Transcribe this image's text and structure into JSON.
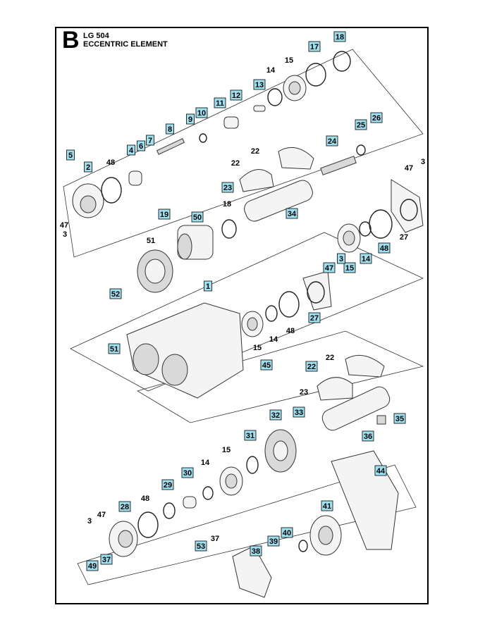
{
  "header": {
    "section_letter": "B",
    "model": "LG 504",
    "subtitle": "ECCENTRIC ELEMENT"
  },
  "colors": {
    "callout_box": "#9fe0f0",
    "frame": "#000000"
  },
  "callouts": [
    {
      "id": "c5",
      "text": "5",
      "boxed": true
    },
    {
      "id": "c2",
      "text": "2",
      "boxed": true
    },
    {
      "id": "c48a",
      "text": "48",
      "boxed": false
    },
    {
      "id": "c4",
      "text": "4",
      "boxed": true
    },
    {
      "id": "c6",
      "text": "6",
      "boxed": true
    },
    {
      "id": "c7",
      "text": "7",
      "boxed": true
    },
    {
      "id": "c8",
      "text": "8",
      "boxed": true
    },
    {
      "id": "c9",
      "text": "9",
      "boxed": true
    },
    {
      "id": "c10",
      "text": "10",
      "boxed": true
    },
    {
      "id": "c11",
      "text": "11",
      "boxed": true
    },
    {
      "id": "c12",
      "text": "12",
      "boxed": true
    },
    {
      "id": "c13",
      "text": "13",
      "boxed": true
    },
    {
      "id": "c14a",
      "text": "14",
      "boxed": false
    },
    {
      "id": "c15a",
      "text": "15",
      "boxed": false
    },
    {
      "id": "c17",
      "text": "17",
      "boxed": true
    },
    {
      "id": "c18a",
      "text": "18",
      "boxed": true
    },
    {
      "id": "c47a",
      "text": "47",
      "boxed": false
    },
    {
      "id": "c3a",
      "text": "3",
      "boxed": false
    },
    {
      "id": "c22a",
      "text": "22",
      "boxed": false
    },
    {
      "id": "c22b",
      "text": "22",
      "boxed": false
    },
    {
      "id": "c23a",
      "text": "23",
      "boxed": true
    },
    {
      "id": "c24",
      "text": "24",
      "boxed": true
    },
    {
      "id": "c25",
      "text": "25",
      "boxed": true
    },
    {
      "id": "c26",
      "text": "26",
      "boxed": true
    },
    {
      "id": "c47b",
      "text": "47",
      "boxed": false
    },
    {
      "id": "c3b",
      "text": "3",
      "boxed": false
    },
    {
      "id": "c19",
      "text": "19",
      "boxed": true
    },
    {
      "id": "c50",
      "text": "50",
      "boxed": true
    },
    {
      "id": "c18b",
      "text": "18",
      "boxed": false
    },
    {
      "id": "c34",
      "text": "34",
      "boxed": true
    },
    {
      "id": "c27a",
      "text": "27",
      "boxed": false
    },
    {
      "id": "c51a",
      "text": "51",
      "boxed": false
    },
    {
      "id": "c48b",
      "text": "48",
      "boxed": true
    },
    {
      "id": "c14b",
      "text": "14",
      "boxed": true
    },
    {
      "id": "c15b",
      "text": "15",
      "boxed": true
    },
    {
      "id": "c3c",
      "text": "3",
      "boxed": true
    },
    {
      "id": "c47c",
      "text": "47",
      "boxed": true
    },
    {
      "id": "c52",
      "text": "52",
      "boxed": true
    },
    {
      "id": "c1",
      "text": "1",
      "boxed": true
    },
    {
      "id": "c27b",
      "text": "27",
      "boxed": true
    },
    {
      "id": "c48c",
      "text": "48",
      "boxed": false
    },
    {
      "id": "c14c",
      "text": "14",
      "boxed": false
    },
    {
      "id": "c51b",
      "text": "51",
      "boxed": true
    },
    {
      "id": "c15c",
      "text": "15",
      "boxed": false
    },
    {
      "id": "c45",
      "text": "45",
      "boxed": true
    },
    {
      "id": "c22c",
      "text": "22",
      "boxed": false
    },
    {
      "id": "c22d",
      "text": "22",
      "boxed": true
    },
    {
      "id": "c23b",
      "text": "23",
      "boxed": false
    },
    {
      "id": "c33",
      "text": "33",
      "boxed": true
    },
    {
      "id": "c32",
      "text": "32",
      "boxed": true
    },
    {
      "id": "c35",
      "text": "35",
      "boxed": true
    },
    {
      "id": "c36",
      "text": "36",
      "boxed": true
    },
    {
      "id": "c31",
      "text": "31",
      "boxed": true
    },
    {
      "id": "c15d",
      "text": "15",
      "boxed": false
    },
    {
      "id": "c30",
      "text": "30",
      "boxed": true
    },
    {
      "id": "c14d",
      "text": "14",
      "boxed": false
    },
    {
      "id": "c44",
      "text": "44",
      "boxed": true
    },
    {
      "id": "c29",
      "text": "29",
      "boxed": true
    },
    {
      "id": "c48d",
      "text": "48",
      "boxed": false
    },
    {
      "id": "c28",
      "text": "28",
      "boxed": true
    },
    {
      "id": "c41",
      "text": "41",
      "boxed": true
    },
    {
      "id": "c47d",
      "text": "47",
      "boxed": false
    },
    {
      "id": "c3d",
      "text": "3",
      "boxed": false
    },
    {
      "id": "c40",
      "text": "40",
      "boxed": true
    },
    {
      "id": "c37a",
      "text": "37",
      "boxed": false
    },
    {
      "id": "c53",
      "text": "53",
      "boxed": true
    },
    {
      "id": "c39",
      "text": "39",
      "boxed": true
    },
    {
      "id": "c38",
      "text": "38",
      "boxed": true
    },
    {
      "id": "c37b",
      "text": "37",
      "boxed": true
    },
    {
      "id": "c49",
      "text": "49",
      "boxed": true
    }
  ]
}
